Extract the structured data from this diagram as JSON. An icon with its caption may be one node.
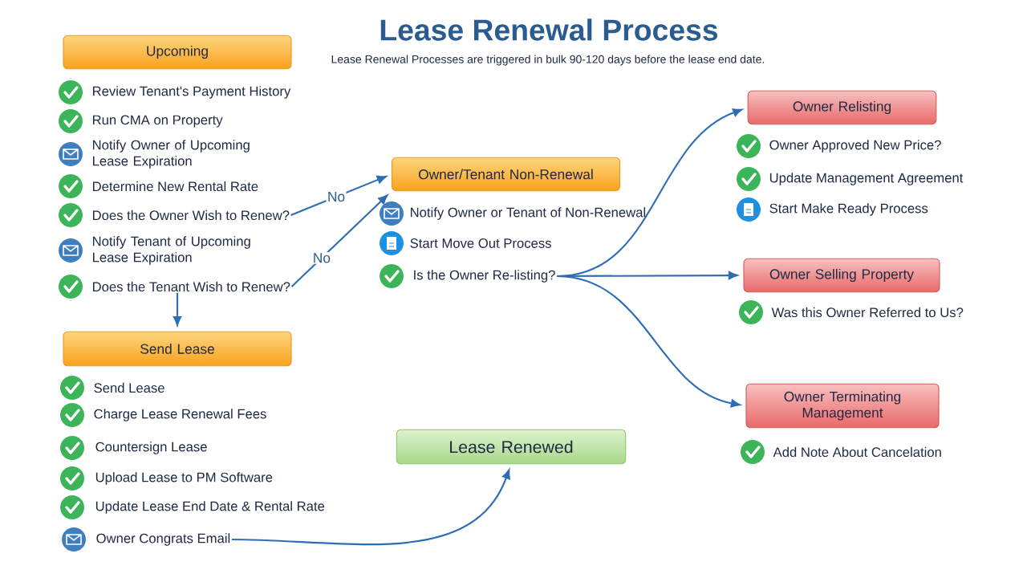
{
  "diagram": {
    "title": "Lease Renewal Process",
    "nodes": [
      {
        "text": [
          "Upcoming"
        ]
      },
      {
        "text": [
          "Does the Owner Wish to Renew?"
        ]
      },
      {
        "text": [
          "Does the Tenant Wish to Renew?"
        ]
      },
      {
        "text": [
          "Owner/Tenant Non-Renewal"
        ]
      },
      {
        "text": [
          "Is the Owner Re-listing?"
        ]
      },
      {
        "text": [
          "Send Lease"
        ]
      },
      {
        "text": [
          "Owner Congrats Email"
        ]
      },
      {
        "text": [
          "Lease Renewed"
        ]
      },
      {
        "text": [
          "Owner Relisting"
        ]
      },
      {
        "text": [
          "Owner Selling Property"
        ]
      },
      {
        "text": [
          "Owner Terminating Management"
        ]
      }
    ],
    "edges": [
      {
        "from": 1,
        "to": 3,
        "arrow": "to",
        "label": "No"
      },
      {
        "from": 2,
        "to": 3,
        "arrow": "to",
        "label": "No"
      },
      {
        "from": 2,
        "to": 5,
        "arrow": "to"
      },
      {
        "from": 4,
        "to": 8,
        "arrow": "to"
      },
      {
        "from": 4,
        "to": 9,
        "arrow": "to"
      },
      {
        "from": 4,
        "to": 10,
        "arrow": "to"
      },
      {
        "from": 6,
        "to": 7,
        "arrow": "to"
      }
    ],
    "labels": [
      "Lease Renewal Processes are triggered in bulk 90-120 days before the lease end date.",
      "Review Tenant's Payment History",
      "Run CMA on Property",
      "Notify Owner of Upcoming Lease Expiration",
      "Determine New Rental Rate",
      "Notify Tenant of Upcoming Lease Expiration",
      "Notify Owner or Tenant of Non-Renewal",
      "Start Move Out Process",
      "Owner Approved New Price?",
      "Update Management Agreement",
      "Start Make Ready Process",
      "Was this Owner Referred to Us?",
      "Send Lease",
      "Charge Lease Renewal Fees",
      "Countersign Lease",
      "Upload Lease to PM Software",
      "Update Lease End Date & Rental Rate",
      "Add Note About Cancelation"
    ]
  }
}
